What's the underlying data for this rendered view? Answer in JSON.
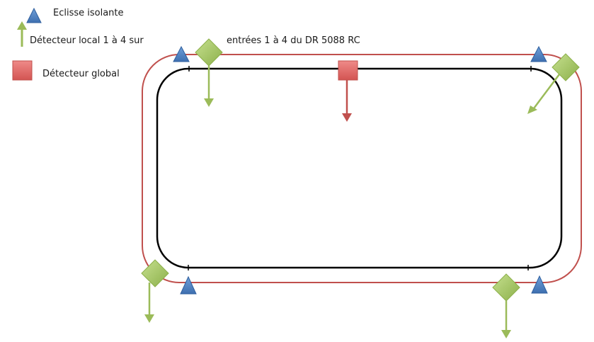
{
  "legend": {
    "insulated_joint": "Eclisse isolante",
    "local_detector": "Détecteur local 1 à 4 sur",
    "local_detector_cont": "entrées 1 à 4 du DR 5088 RC",
    "global_detector": "Détecteur global"
  },
  "colors": {
    "outer_track": "#c0504d",
    "inner_track": "#000000",
    "joint_fill": "#4f81bd",
    "detector_fill": "#9bbb59",
    "global_fill": "#e06c6a",
    "arrow_green": "#9bbb59",
    "arrow_red": "#c0504d"
  },
  "icons": {
    "joint": "blue-triangle-icon",
    "local": "green-diamond-icon",
    "global": "red-square-icon"
  }
}
